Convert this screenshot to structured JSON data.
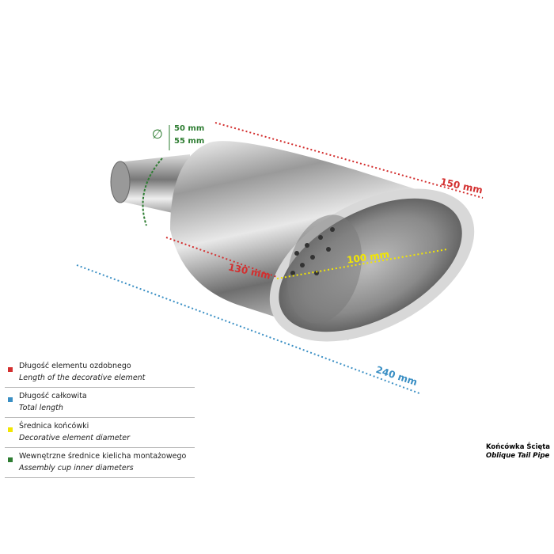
{
  "dimensions": {
    "decorative_length": "150 mm",
    "inner_length": "130 mm",
    "diameter": "100 mm",
    "total_length": "240 mm",
    "diameter_symbol": "∅",
    "cup_d1": "50 mm",
    "cup_d2": "55 mm"
  },
  "legend": [
    {
      "pl": "Długość elementu ozdobnego",
      "en": "Length of the decorative element",
      "color": "#d32f2f"
    },
    {
      "pl": "Długość całkowita",
      "en": "Total length",
      "color": "#3a8fc4"
    },
    {
      "pl": "Średnica końcówki",
      "en": "Decorative element diameter",
      "color": "#f2e600"
    },
    {
      "pl": "Wewnętrzne średnice kielicha montażowego",
      "en": "Assembly cup inner diameters",
      "color": "#2e7d32"
    }
  ],
  "product": {
    "pl": "Końcówka Ścięta",
    "en": "Oblique Tail Pipe"
  }
}
